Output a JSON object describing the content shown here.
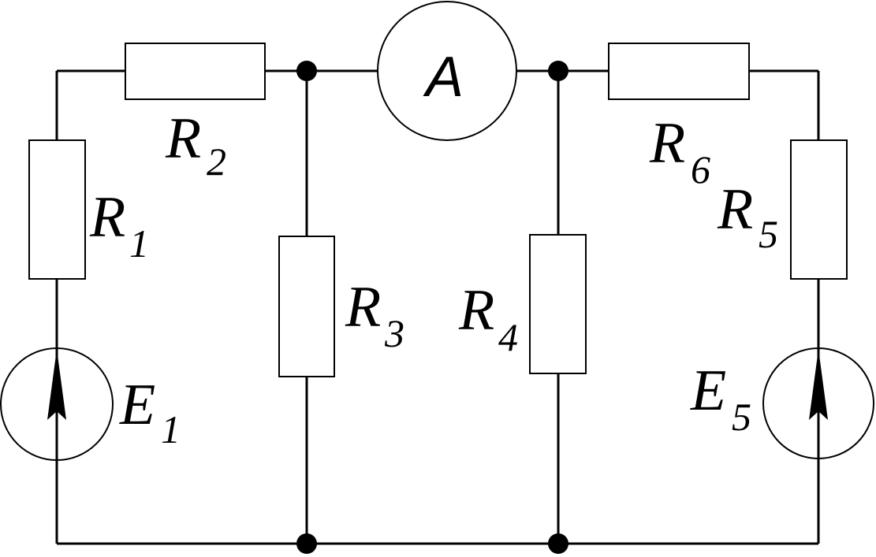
{
  "labels": {
    "r1": {
      "main": "R",
      "sub": "1"
    },
    "r2": {
      "main": "R",
      "sub": "2"
    },
    "r3": {
      "main": "R",
      "sub": "3"
    },
    "r4": {
      "main": "R",
      "sub": "4"
    },
    "r5": {
      "main": "R",
      "sub": "5"
    },
    "r6": {
      "main": "R",
      "sub": "6"
    },
    "e1": {
      "main": "E",
      "sub": "1"
    },
    "e5": {
      "main": "E",
      "sub": "5"
    }
  },
  "ammeter": {
    "letter": "A"
  },
  "colors": {
    "line": "#000000",
    "background": "#ffffff"
  }
}
